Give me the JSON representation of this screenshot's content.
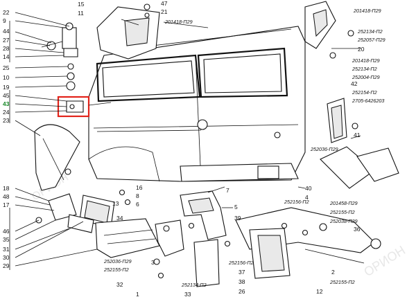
{
  "left_labels": [
    {
      "id": "22",
      "text": "22"
    },
    {
      "id": "9",
      "text": "9"
    },
    {
      "id": "44",
      "text": "44"
    },
    {
      "id": "27",
      "text": "27"
    },
    {
      "id": "28",
      "text": "28"
    },
    {
      "id": "14",
      "text": "14"
    },
    {
      "id": "25",
      "text": "25"
    },
    {
      "id": "10",
      "text": "10"
    },
    {
      "id": "19",
      "text": "19"
    },
    {
      "id": "45",
      "text": "45"
    },
    {
      "id": "43",
      "text": "43",
      "color": "#1a8a2a"
    },
    {
      "id": "24",
      "text": "24"
    },
    {
      "id": "23",
      "text": "23"
    },
    {
      "id": "18",
      "text": "18"
    },
    {
      "id": "48",
      "text": "48"
    },
    {
      "id": "17",
      "text": "17"
    },
    {
      "id": "46",
      "text": "46"
    },
    {
      "id": "35",
      "text": "35"
    },
    {
      "id": "31",
      "text": "31"
    },
    {
      "id": "30",
      "text": "30"
    },
    {
      "id": "29",
      "text": "29"
    }
  ],
  "part_numbers": {
    "top_center": "201418-П29",
    "top_right_1": "201418-П29",
    "top_right_2": "252134-П2",
    "top_right_3": "252057-П29",
    "right_mid_1": "201418-П29",
    "right_mid_2": "252134-П2",
    "right_mid_3": "252004-П29",
    "right_mid_4": "252154-П2",
    "right_mid_5": "2705-6426203",
    "right_mid_6": "252036-П29",
    "right_low_1": "201458-П29",
    "right_low_2": "252155-П2",
    "right_low_3": "252038-П29",
    "center_low_1": "252156-П2",
    "bottom_left_1": "252036-П29",
    "bottom_left_2": "252155-П2",
    "bottom_center_1": "252134-П2",
    "bottom_center_2": "252156-П2",
    "bottom_right_1": "252155-П2"
  },
  "callouts": {
    "c15": "15",
    "c11": "11",
    "c47": "47",
    "c21": "21",
    "c20": "20",
    "c42": "42",
    "c41": "41",
    "c16": "16",
    "c8": "8",
    "c6": "6",
    "c13": "13",
    "c7": "7",
    "c5": "5",
    "c40": "40",
    "c4": "4",
    "c34": "34",
    "c39": "39",
    "c36": "36",
    "c2": "2",
    "c3": "3",
    "c32": "32",
    "c1": "1",
    "c33": "33",
    "c37": "37",
    "c38": "38",
    "c26": "26",
    "c12": "12"
  },
  "watermark": "ОРИОН",
  "highlight_color": "#e2231a"
}
